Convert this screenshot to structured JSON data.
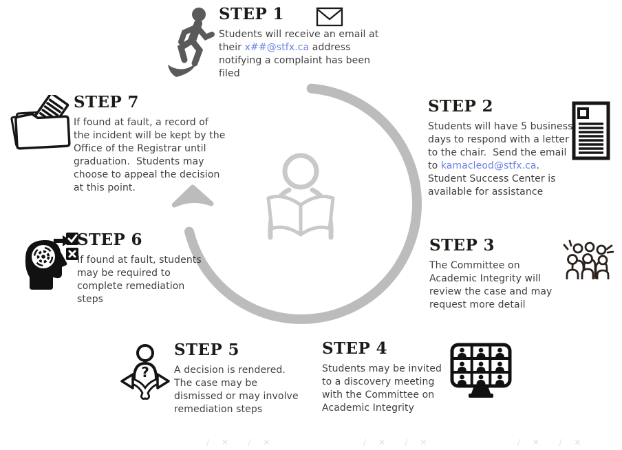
{
  "colors": {
    "link": "#6a80e4",
    "heading": "#1d1b18",
    "body_text": "#3f3f3f",
    "cycle_gray": "#bcbcbc"
  },
  "center": {
    "cycle_icon": "circular-arrow-icon",
    "person_icon": "reading-person-icon"
  },
  "steps": [
    {
      "title": "STEP 1",
      "icon": "running-person-icon",
      "extra_icon": "envelope-icon",
      "pre": "Students will receive an email at their ",
      "link": "x##@stfx.ca",
      "post": " address notifying a complaint has been filed"
    },
    {
      "title": "STEP 2",
      "icon": "letter-document-icon",
      "pre": "Students will have 5 business days to respond with a letter to the chair.  Send the email to ",
      "link": "kamacleod@stfx.ca",
      "post": ".  Student Success Center is available for assistance"
    },
    {
      "title": "STEP 3",
      "icon": "committee-people-icon",
      "pre": "The Committee on Academic Integrity will review the case and may request more detail",
      "link": "",
      "post": ""
    },
    {
      "title": "STEP 4",
      "icon": "video-meeting-icon",
      "pre": "Students may be invited to a discovery meeting with the Committee on Academic Integrity",
      "link": "",
      "post": ""
    },
    {
      "title": "STEP 5",
      "icon": "decision-person-icon",
      "pre": "A decision is rendered. The case may be dismissed or may involve remediation steps",
      "link": "",
      "post": ""
    },
    {
      "title": "STEP 6",
      "icon": "brain-checklist-icon",
      "pre": "If found at fault, students may be required to complete remediation steps",
      "link": "",
      "post": ""
    },
    {
      "title": "STEP 7",
      "icon": "folder-documents-icon",
      "pre": "If found at fault, a record of the incident will be kept by the Office of the Registrar until graduation.  Students may choose to appeal the decision at this point.",
      "link": "",
      "post": ""
    }
  ],
  "footer_pattern": {
    "mark_text": "/ ✕  / ✕"
  }
}
